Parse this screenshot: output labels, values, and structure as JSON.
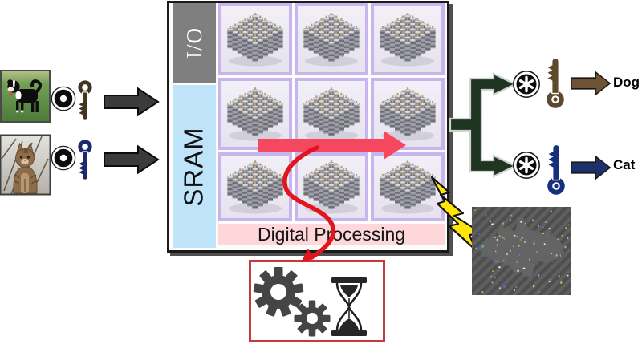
{
  "chip": {
    "io_label": "I/O",
    "sram_label": "SRAM",
    "digital_processing_label": "Digital Processing",
    "array_grid": {
      "rows": 3,
      "cols": 3,
      "tile_icon": "crossbar-array-icon"
    },
    "colors": {
      "io_bg": "#7f7f7f",
      "sram_bg": "#bfe3f8",
      "digital_bg": "#fdd7da",
      "tile_border": "#c9b5ed"
    }
  },
  "inputs": [
    {
      "image": "dog-photo",
      "operator_icon": "dot-operator-icon",
      "key_icon": "key-icon",
      "key_color": "#42351f",
      "arrow_color": "#3b3b3b"
    },
    {
      "image": "cat-photo",
      "operator_icon": "dot-operator-icon",
      "key_icon": "key-icon",
      "key_color": "#1c2a6b",
      "arrow_color": "#3b3b3b"
    }
  ],
  "outputs": [
    {
      "label": "Dog",
      "operator_icon": "circled-asterisk-icon",
      "key_icon": "key-icon",
      "key_color": "#5d492c",
      "arrow_color": "#6d5334"
    },
    {
      "label": "Cat",
      "operator_icon": "circled-asterisk-icon",
      "key_icon": "key-icon",
      "key_color": "#16307c",
      "arrow_color": "#1d3068"
    }
  ],
  "annotations": {
    "branch_color": "#1f3522",
    "datapath_arrow_color": "#f5485e",
    "overhead_arrow_color": "#e3141c",
    "attack_bolt_icon": "lightning-bolt-icon",
    "noise_image": "adversarial-noise-image",
    "overhead_icons": [
      "gears-icon",
      "hourglass-icon"
    ]
  }
}
